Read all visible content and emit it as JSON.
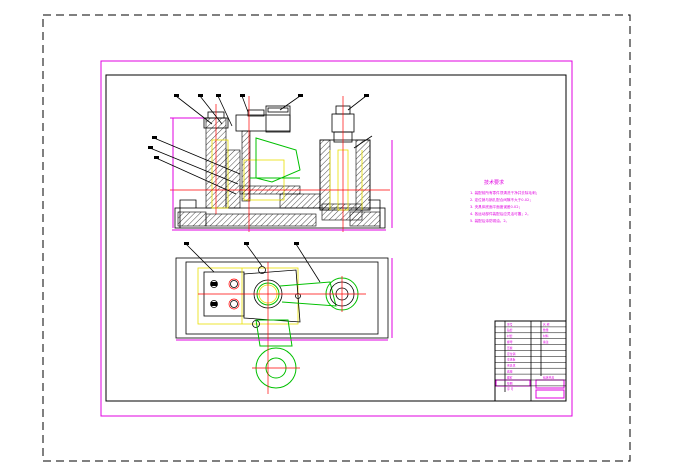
{
  "drawing": {
    "notes": {
      "title": "技术要求",
      "lines": [
        "1. 装配前所有零件须清洗干净并去除毛刺；",
        "2. 定位销与销孔配合间隙不大于0.02；",
        "3. 夹具体底面平面度误差0.02；",
        "4. 各运动部件装配后应灵活可靠；2。",
        "5. 装配后涂防锈油。2。"
      ]
    },
    "title_block": {
      "left_rows": [
        "序号",
        "钻套",
        "衬套",
        "螺母",
        "压板",
        "定位销",
        "支承板",
        "夹具体",
        "底座",
        "螺钉",
        "垫圈",
        "序 号"
      ],
      "right_rows": [
        "名 称",
        "数量",
        "材料",
        "备注",
        "",
        "",
        "",
        "",
        "",
        "钻床夹具",
        "",
        ""
      ]
    },
    "colors": {
      "sheet_border": "#000000",
      "frame": "#e000e0",
      "centerline": "#ff0000",
      "workpiece": "#00c000",
      "hidden": "#e8e000"
    }
  }
}
